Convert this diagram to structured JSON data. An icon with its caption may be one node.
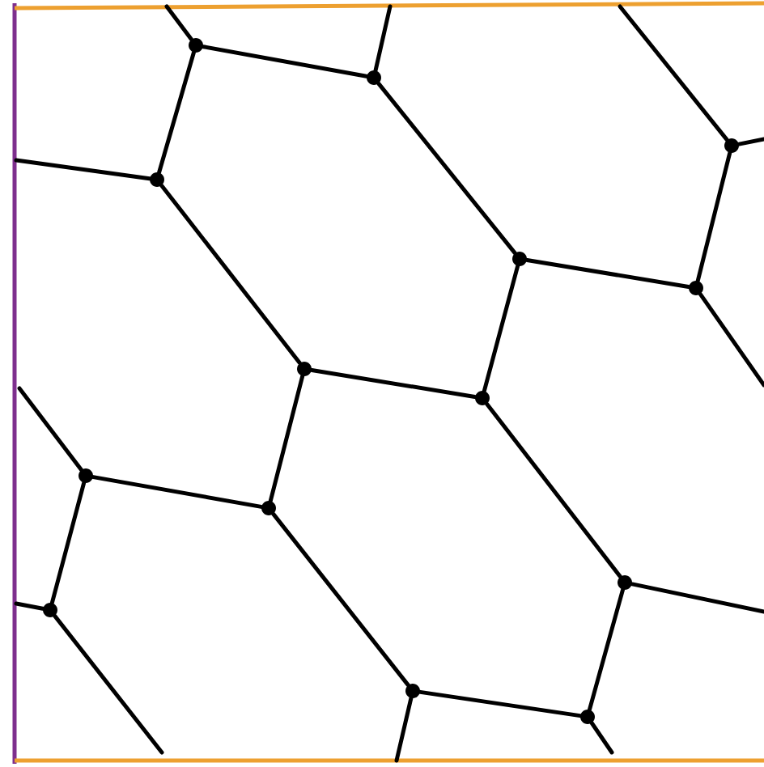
{
  "diagram": {
    "nodes": [
      {
        "text": [],
        "shape": "circle"
      },
      {
        "text": [],
        "shape": "circle"
      },
      {
        "text": [],
        "shape": "circle"
      },
      {
        "text": [],
        "shape": "circle"
      },
      {
        "text": [],
        "shape": "circle"
      },
      {
        "text": [],
        "shape": "circle"
      },
      {
        "text": [],
        "shape": "circle"
      },
      {
        "text": [],
        "shape": "circle"
      },
      {
        "text": [],
        "shape": "circle"
      },
      {
        "text": [],
        "shape": "circle"
      },
      {
        "text": [],
        "shape": "circle"
      },
      {
        "text": [],
        "shape": "circle"
      },
      {
        "text": [],
        "shape": "circle"
      },
      {
        "text": [],
        "shape": "circle"
      }
    ],
    "edges": [
      {
        "from": null,
        "to": 0,
        "arrow": "none"
      },
      {
        "from": 0,
        "to": 1,
        "arrow": "none"
      },
      {
        "from": null,
        "to": 1,
        "arrow": "none"
      },
      {
        "from": 0,
        "to": 2,
        "arrow": "none"
      },
      {
        "from": null,
        "to": 2,
        "arrow": "none"
      },
      {
        "from": 1,
        "to": 4,
        "arrow": "none"
      },
      {
        "from": null,
        "to": 3,
        "arrow": "none"
      },
      {
        "from": 3,
        "to": null,
        "arrow": "none"
      },
      {
        "from": 3,
        "to": 5,
        "arrow": "none"
      },
      {
        "from": 2,
        "to": 6,
        "arrow": "none"
      },
      {
        "from": 4,
        "to": 5,
        "arrow": "none"
      },
      {
        "from": 4,
        "to": 7,
        "arrow": "none"
      },
      {
        "from": 5,
        "to": null,
        "arrow": "none"
      },
      {
        "from": 6,
        "to": 7,
        "arrow": "none"
      },
      {
        "from": 6,
        "to": 9,
        "arrow": "none"
      },
      {
        "from": 7,
        "to": 10,
        "arrow": "none"
      },
      {
        "from": null,
        "to": 8,
        "arrow": "none"
      },
      {
        "from": 8,
        "to": 9,
        "arrow": "none"
      },
      {
        "from": 8,
        "to": 11,
        "arrow": "none"
      },
      {
        "from": 9,
        "to": 12,
        "arrow": "none"
      },
      {
        "from": 10,
        "to": 13,
        "arrow": "none"
      },
      {
        "from": 10,
        "to": null,
        "arrow": "none"
      },
      {
        "from": null,
        "to": 11,
        "arrow": "none"
      },
      {
        "from": 11,
        "to": null,
        "arrow": "none"
      },
      {
        "from": 12,
        "to": null,
        "arrow": "none"
      },
      {
        "from": 12,
        "to": 13,
        "arrow": "none"
      },
      {
        "from": 13,
        "to": null,
        "arrow": "none"
      }
    ]
  }
}
